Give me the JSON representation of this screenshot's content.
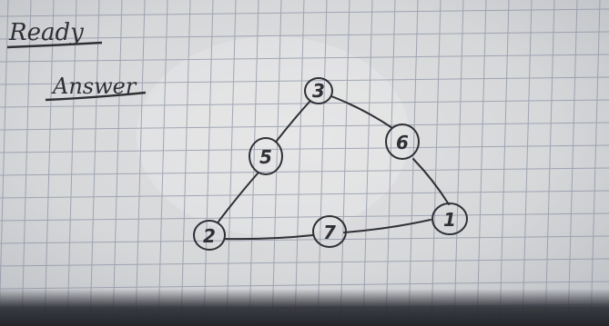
{
  "notes": {
    "heading": "Ready",
    "subheading": "Answer"
  },
  "triangle": {
    "nodes": [
      {
        "id": "top",
        "label": "3"
      },
      {
        "id": "left-middle",
        "label": "5"
      },
      {
        "id": "right-middle",
        "label": "6"
      },
      {
        "id": "bottom-left",
        "label": "2"
      },
      {
        "id": "bottom-middle",
        "label": "7"
      },
      {
        "id": "bottom-right",
        "label": "1"
      }
    ]
  },
  "colors": {
    "paper": "#d9d9da",
    "grid": "#8c93a4",
    "ink": "#2f3036",
    "dark_band": "#2b2d34"
  }
}
